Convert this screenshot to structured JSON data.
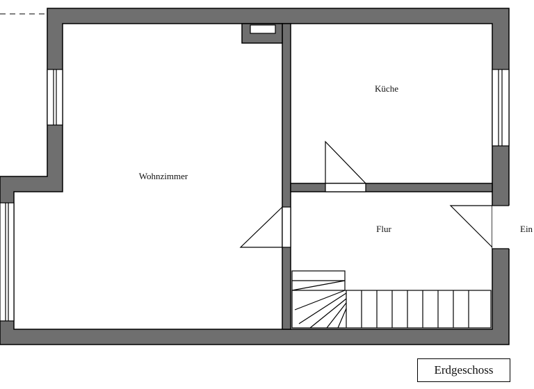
{
  "plan": {
    "rooms": {
      "living": "Wohnzimmer",
      "kitchen": "Küche",
      "hall": "Flur",
      "entrance_partial": "Ein"
    },
    "floor_label": "Erdgeschoss"
  }
}
